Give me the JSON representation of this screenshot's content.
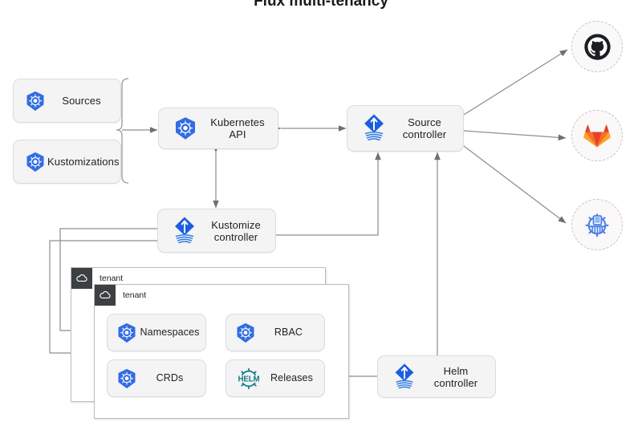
{
  "diagram": {
    "title": "Flux multi-tenancy",
    "accent_blue": "#326CE5",
    "flux_blue": "#1A5FE0",
    "helm_teal": "#0F7B8A",
    "github_dark": "#1B1F23",
    "gitlab_orange": "#E24329",
    "line_color": "#8a8a8a"
  },
  "resources": [
    {
      "label": "Sources",
      "icon": "kubernetes-icon"
    },
    {
      "label": "Kustomizations",
      "icon": "kubernetes-icon"
    }
  ],
  "api": {
    "label": "Kubernetes API",
    "icon": "kubernetes-icon"
  },
  "controllers": [
    {
      "label": "Source\ncontroller",
      "icon": "flux-icon",
      "name": "source-controller"
    },
    {
      "label": "Kustomize\ncontroller",
      "icon": "flux-icon",
      "name": "kustomize-controller"
    },
    {
      "label": "Helm\ncontroller",
      "icon": "flux-icon",
      "name": "helm-controller"
    }
  ],
  "providers": [
    {
      "name": "github",
      "icon": "github-icon"
    },
    {
      "name": "gitlab",
      "icon": "gitlab-icon"
    },
    {
      "name": "helm-repository",
      "icon": "helm-icon"
    }
  ],
  "tenants": [
    {
      "name": "tenant",
      "icon": "cloud-icon"
    },
    {
      "name": "tenant",
      "icon": "cloud-icon"
    }
  ],
  "tenant_resources": [
    {
      "label": "Namespaces",
      "icon": "kubernetes-icon"
    },
    {
      "label": "RBAC",
      "icon": "kubernetes-icon"
    },
    {
      "label": "CRDs",
      "icon": "kubernetes-icon"
    },
    {
      "label": "Releases",
      "icon": "helm-wordmark-icon"
    }
  ]
}
